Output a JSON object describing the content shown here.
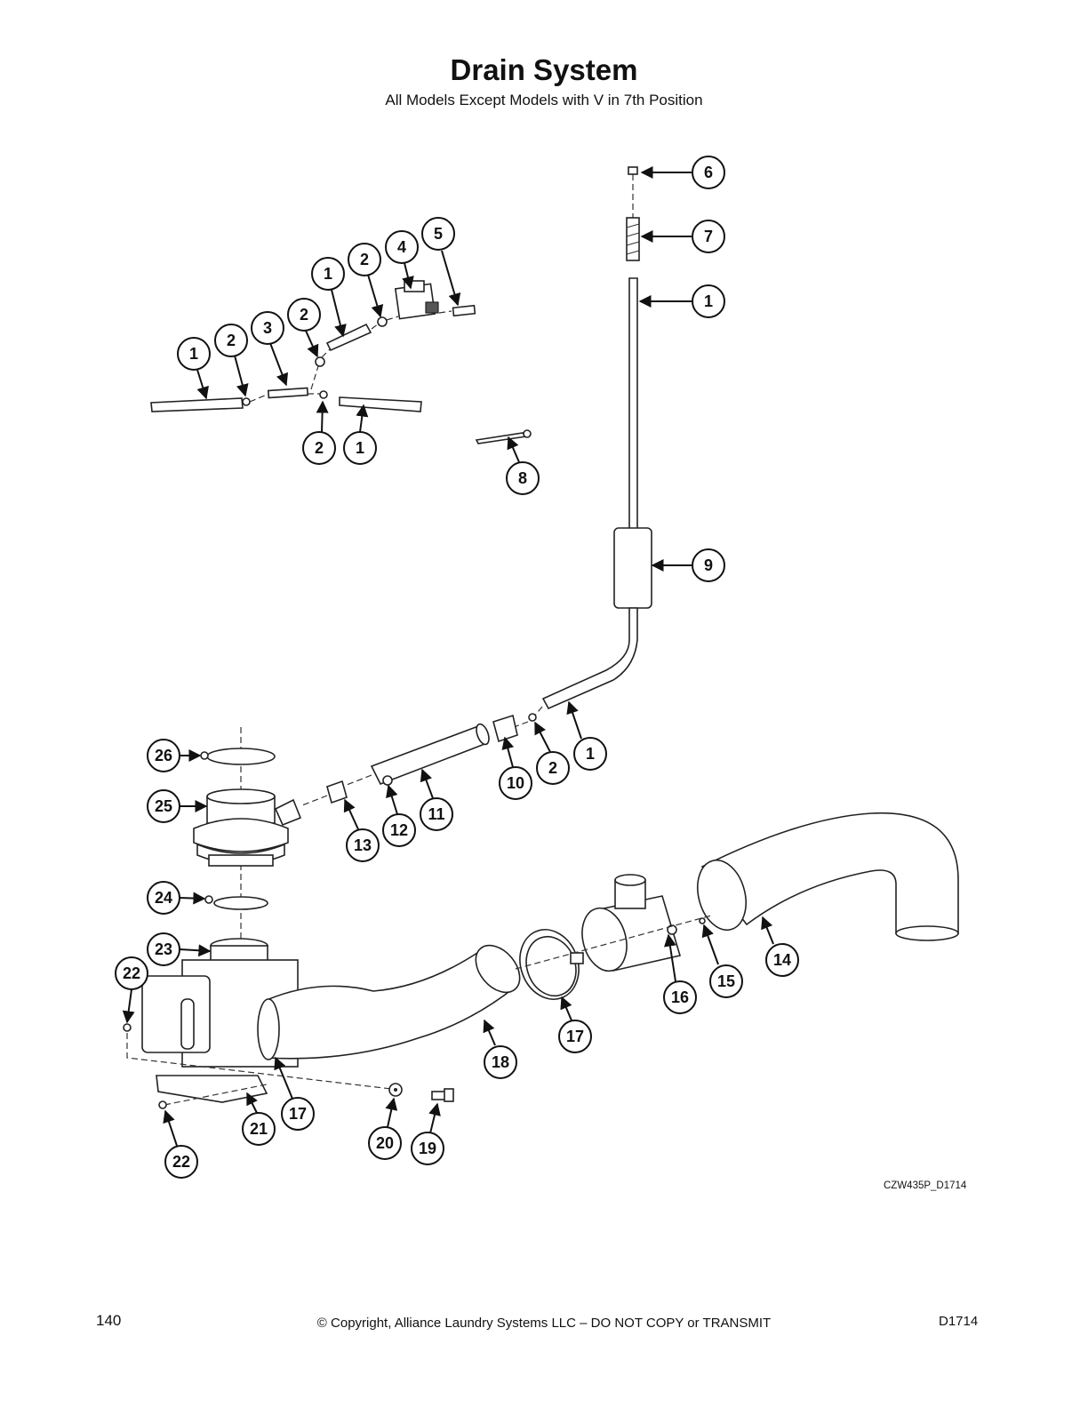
{
  "header": {
    "title": "Drain System",
    "subtitle": "All Models Except Models with V in 7th Position"
  },
  "drawing_id": "CZW435P_D1714",
  "footer": {
    "page_number": "140",
    "copyright": "© Copyright, Alliance Laundry Systems LLC – DO NOT COPY or TRANSMIT",
    "doc_code": "D1714"
  },
  "callouts": [
    "6",
    "7",
    "1",
    "5",
    "4",
    "2",
    "1",
    "2",
    "3",
    "1",
    "2",
    "2",
    "1",
    "8",
    "9",
    "1",
    "26",
    "2",
    "10",
    "11",
    "12",
    "25",
    "13",
    "24",
    "23",
    "22",
    "14",
    "15",
    "16",
    "17",
    "18",
    "17",
    "21",
    "20",
    "19",
    "22"
  ]
}
